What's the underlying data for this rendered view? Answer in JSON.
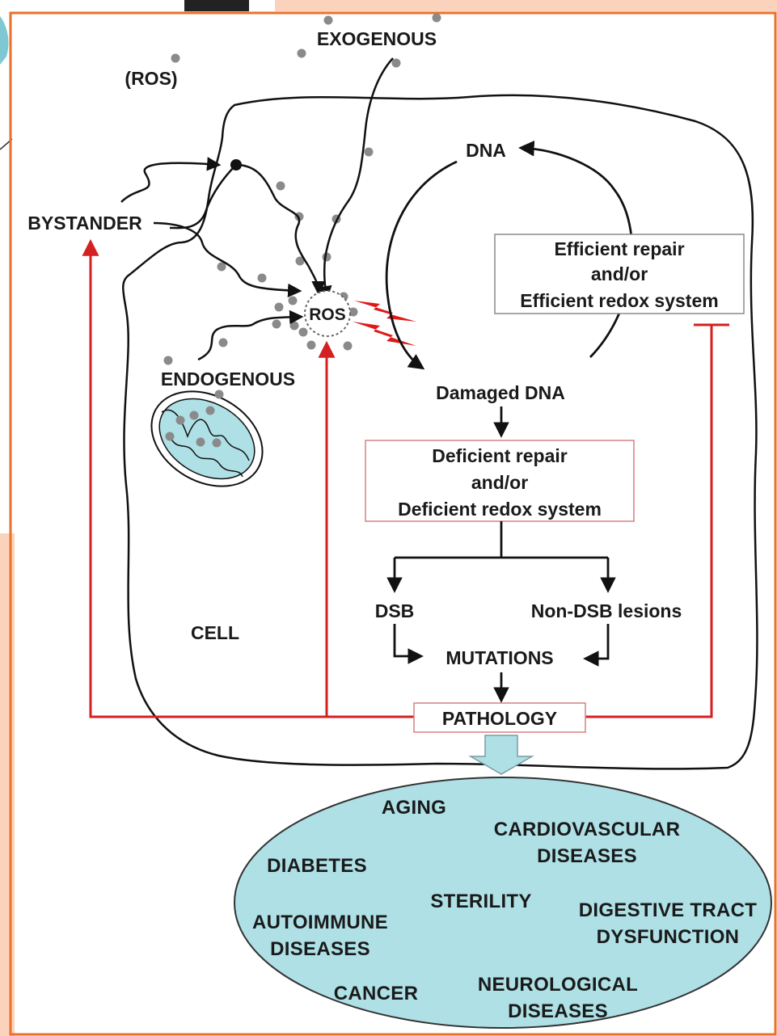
{
  "labels": {
    "exogenous": "EXOGENOUS",
    "ros_paren": "(ROS)",
    "bystander": "BYSTANDER",
    "endogenous": "ENDOGENOUS",
    "ros": "ROS",
    "cell": "CELL",
    "dna": "DNA",
    "damaged_dna": "Damaged DNA",
    "dsb": "DSB",
    "non_dsb": "Non-DSB lesions",
    "mutations": "MUTATIONS",
    "pathology": "PATHOLOGY"
  },
  "efficient_box": {
    "lines": [
      "Efficient repair",
      "and/or",
      "Efficient redox system"
    ]
  },
  "deficient_box": {
    "lines": [
      "Deficient repair",
      "and/or",
      "Deficient redox system"
    ]
  },
  "diseases": {
    "aging": "AGING",
    "cardiovascular_1": "CARDIOVASCULAR",
    "cardiovascular_2": "DISEASES",
    "diabetes": "DIABETES",
    "sterility": "STERILITY",
    "autoimmune_1": "AUTOIMMUNE",
    "autoimmune_2": "DISEASES",
    "digestive_1": "DIGESTIVE TRACT",
    "digestive_2": "DYSFUNCTION",
    "cancer": "CANCER",
    "neuro_1": "NEUROLOGICAL",
    "neuro_2": "DISEASES"
  },
  "colors": {
    "frame_orange": "#e8722a",
    "slide_bg": "#fbd3bd",
    "red_arrow": "#d42020",
    "light_blue": "#aee0e6",
    "black": "#111111"
  }
}
